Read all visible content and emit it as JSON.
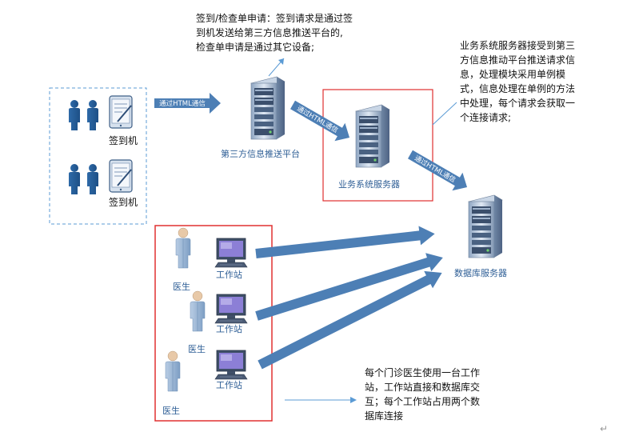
{
  "notes": {
    "request_type": [
      "签到/检查单申请：签到请求是通过签",
      "到机发送给第三方信息推送平台的,",
      "检查单申请是通过其它设备;"
    ],
    "business_server": [
      "业务系统服务器接受到第三",
      "方信息推动平台推送请求信",
      "息，处理模块采用单例模",
      "式，信息处理在单例的方法",
      "中处理，每个请求会获取一",
      "个连接请求;"
    ],
    "clinic": [
      "每个门诊医生使用一台工作",
      "站，工作站直接和数据库交",
      "互；每个工作站占用两个数",
      "据库连接"
    ]
  },
  "labels": {
    "checkin_machine": "签到机",
    "third_party_platform": "第三方信息推送平台",
    "business_server": "业务系统服务器",
    "database_server": "数据库服务器",
    "doctor": "医生",
    "workstation": "工作站",
    "via_html": "通过HTML通信"
  },
  "colors": {
    "arrow_fill": "#4d7fb5",
    "highlight_box": "#e03030",
    "dashed_box": "#5b9bd5",
    "label_text": "#2f5f96"
  },
  "paragraph_mark": "↵"
}
